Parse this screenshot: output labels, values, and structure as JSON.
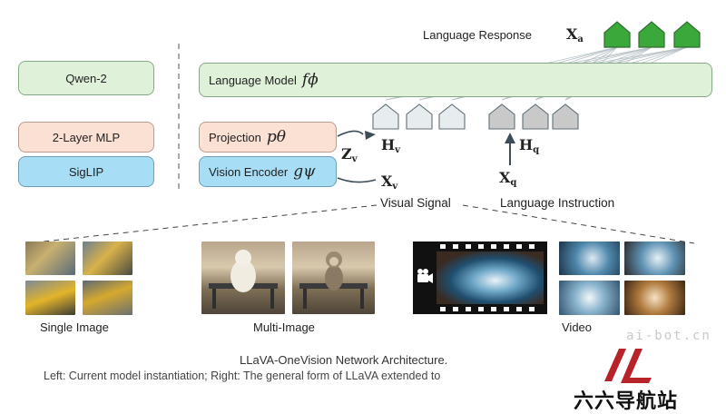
{
  "left_panel": {
    "llm_label": "Qwen-2",
    "mlp_label": "2-Layer MLP",
    "encoder_label": "SigLIP"
  },
  "right_panel": {
    "language_model_label": "Language Model",
    "language_model_symbol": "fϕ",
    "projection_label": "Projection",
    "projection_symbol": "pθ",
    "vision_encoder_label": "Vision Encoder",
    "vision_encoder_symbol": "gψ",
    "language_response_label": "Language Response",
    "xa_symbol": "X",
    "xa_sub": "a",
    "zv_symbol": "Z",
    "zv_sub": "v",
    "hv_symbol": "H",
    "hv_sub": "v",
    "xv_symbol": "X",
    "xv_sub": "v",
    "hq_symbol": "H",
    "hq_sub": "q",
    "xq_symbol": "X",
    "xq_sub": "q",
    "visual_signal_label": "Visual Signal",
    "language_instruction_label": "Language Instruction"
  },
  "examples": {
    "single_image_label": "Single Image",
    "multi_image_label": "Multi-Image",
    "video_label": "Video"
  },
  "caption": {
    "title": "LLaVA-OneVision Network Architecture.",
    "subtitle": "Left: Current model instantiation; Right: The general form of LLaVA extended to"
  },
  "watermark": {
    "site_text": "ai-bot.cn",
    "logo_text": "六六导航站"
  },
  "colors": {
    "response_token": "#3aa83a",
    "visual_token": "#e7ecef",
    "instruction_token": "#c9c9c9",
    "green_box": "#dff1d9",
    "peach_box": "#fbe0d4",
    "blue_box": "#a7ddf5",
    "logo_red": "#b8232a"
  }
}
